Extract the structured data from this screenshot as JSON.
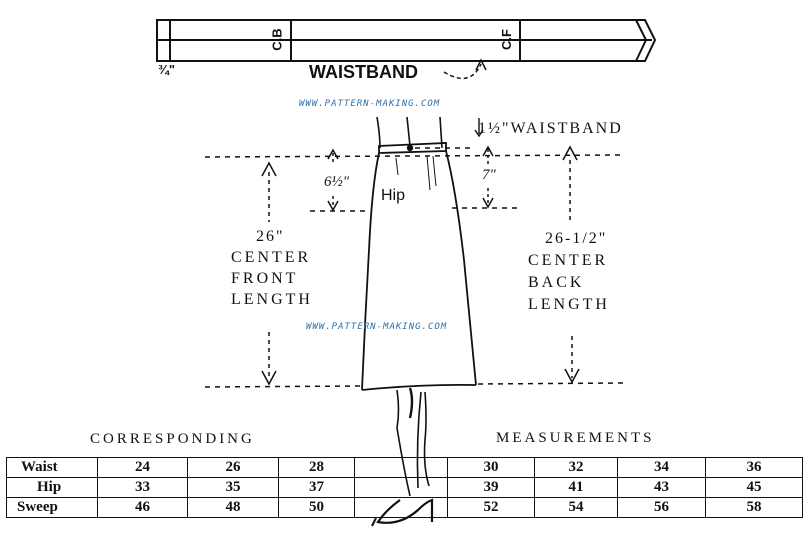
{
  "waistband_diagram": {
    "label_cb": "C.B",
    "label_cf": "C.F",
    "label_width": "¾\"",
    "title": "WAISTBAND"
  },
  "watermark": "WWW.PATTERN-MAKING.COM",
  "skirt": {
    "waistband_callout": "1½\"WAISTBAND",
    "hip_depth_front": "6½\"",
    "hip_depth_back": "7\"",
    "hip_label": "Hip",
    "front": {
      "value": "26\"",
      "line1": "CENTER",
      "line2": "FRONT",
      "line3": "LENGTH"
    },
    "back": {
      "value": "26-1/2\"",
      "line1": "CENTER",
      "line2": "BACK",
      "line3": "LENGTH"
    }
  },
  "table": {
    "heading_left": "CORRESPONDING",
    "heading_right": "MEASUREMENTS",
    "rows": [
      {
        "label": "Waist",
        "values": [
          "24",
          "26",
          "28",
          "30",
          "32",
          "34",
          "36"
        ]
      },
      {
        "label": "Hip",
        "values": [
          "33",
          "35",
          "37",
          "39",
          "41",
          "43",
          "45"
        ]
      },
      {
        "label": "Sweep",
        "values": [
          "46",
          "48",
          "50",
          "52",
          "54",
          "56",
          "58"
        ]
      }
    ]
  }
}
